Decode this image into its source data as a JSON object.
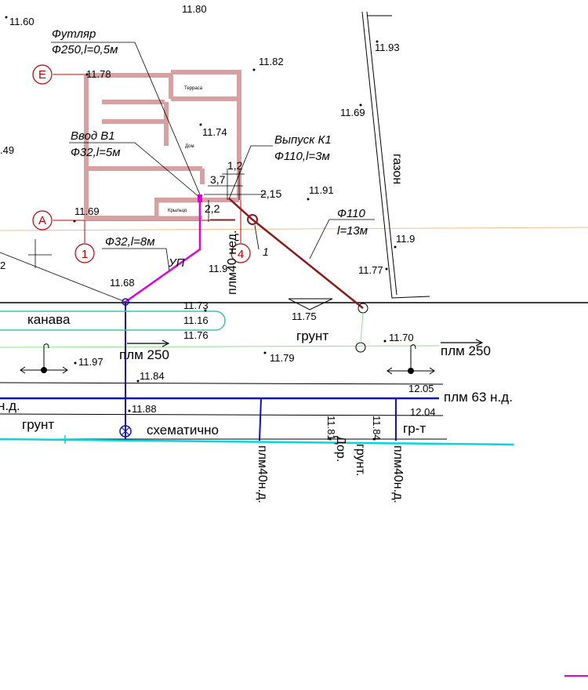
{
  "elevations": {
    "e1160": "11.60",
    "e1193": "11.93",
    "e1182": "11.82",
    "e1178": "11.78",
    "e1169r": "11.69",
    "e1174": "11.74",
    "e1149": ".49",
    "e1191": "11.91",
    "e1169": "11.69",
    "e119": "11.9",
    "e1177": "11.77",
    "e119b": "11.9",
    "e1168": "11.68",
    "e1173": "11.73",
    "e1116": "11.16",
    "e1176": "11.76",
    "e1175": "11.75",
    "e1170": "11.70",
    "e1197": "11.97",
    "e1179": "11.79",
    "e1184": "11.84",
    "e1205": "12.05",
    "e1188": "11.88",
    "e1204": "12.04",
    "e1181": "11.81",
    "e1184b": "11.84",
    "e2": "2",
    "top_cut": "11.80"
  },
  "axes": {
    "E": "Е",
    "A": "А",
    "one": "1",
    "four": "4"
  },
  "annotations": {
    "futlyar_title": "Футляр",
    "futlyar_spec": "Ф250,l=0,5м",
    "vvod_title": "Ввод В1",
    "vvod_spec": "Ф32,l=5м",
    "vypusk_title": "Выпуск К1",
    "vypusk_spec": "Ф110,l=3м",
    "pipe_spec1": "Ф110",
    "pipe_spec2": "l=13м",
    "pipe32_spec": "Ф32,l=8м",
    "up_label": "УП",
    "dim_12": "1,2",
    "dim_37": "3,7",
    "dim_215": "2,15",
    "dim_22": "2,2",
    "mark_1": "1",
    "plm40_ned": "плм40 нед.",
    "terrasa": "Терраса",
    "dom": "Дом",
    "krylco": "Крыльцо",
    "gazon": "газон",
    "kanava": "канава",
    "grunt1": "грунт",
    "plm250_left": "плм 250",
    "plm250_right": "плм 250",
    "plm63": "плм 63 н.д.",
    "nd_left": "н.д.",
    "grunt2": "грунт",
    "schematic": "схематично",
    "gr_t": "гр-т",
    "plm40nd1": "плм40н.д.",
    "dor": "Дор.",
    "grunt_v": "грунт.",
    "plm40nd2": "плм40н.д."
  },
  "colors": {
    "red": "#c00000",
    "wall": "#d8a0a0",
    "magenta": "#e000e0",
    "darkred": "#8b1a1a",
    "blue": "#1010c0",
    "cyan": "#00d8e0",
    "green": "#60d060",
    "orange": "#f0c090"
  }
}
